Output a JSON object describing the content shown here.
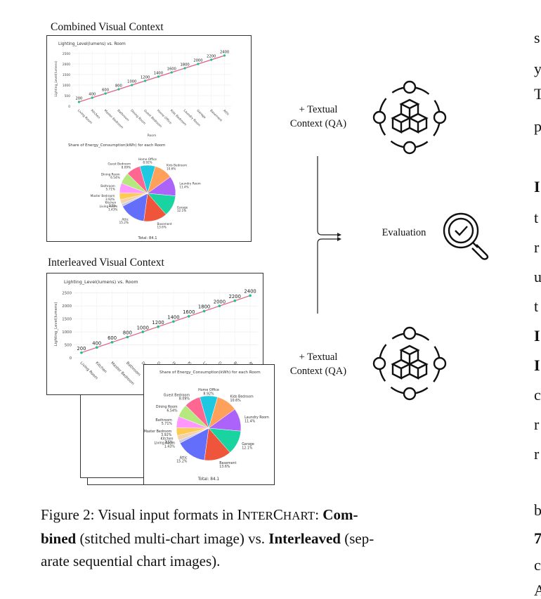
{
  "figure": {
    "combined_label": "Combined Visual Context",
    "interleaved_label": "Interleaved Visual Context",
    "textual_context_line1": "+ Textual",
    "textual_context_line2": "Context (QA)",
    "evaluation_label": "Evaluation",
    "caption": {
      "prefix": "Figure 2: Visual input formats in ",
      "name_i": "I",
      "name_nter": "NTER",
      "name_c": "C",
      "name_hart": "HART",
      "colon": ": ",
      "combined_bold": "Com-",
      "combined_bold2": "bined",
      "combined_desc": " (stitched multi-chart image) vs. ",
      "interleaved_bold": "Interleaved",
      "interleaved_desc": " (sep-",
      "line3": "arate sequential chart images)."
    },
    "right_column_fragments": [
      "s",
      "y",
      "T",
      "p",
      "I",
      "t",
      "r",
      "u",
      "t",
      "I",
      "I",
      "c",
      "r",
      "r",
      "b",
      "7",
      "c",
      "A"
    ]
  },
  "chart_data": [
    {
      "type": "line",
      "title": "Lighting_Level(lumens) vs. Room",
      "xlabel": "Room",
      "ylabel": "Lighting_Level(lumens)",
      "categories": [
        "Living Room",
        "Kitchen",
        "Master Bedroom",
        "Bathroom",
        "Dining Room",
        "Guest Bedroom",
        "Home Office",
        "Kids Bedroom",
        "Laundry Room",
        "Garage",
        "Basement",
        "Attic"
      ],
      "values": [
        200,
        400,
        600,
        800,
        1000,
        1200,
        1400,
        1600,
        1800,
        2000,
        2200,
        2400
      ],
      "y_ticks": [
        "0",
        "500",
        "1000",
        "1500",
        "2000",
        "2500"
      ],
      "ylim": [
        0,
        2600
      ],
      "line_color": "#e0607e",
      "marker_color": "#1fbf8f",
      "grid": true
    },
    {
      "type": "pie",
      "title": "Share of Energy_Consumption(kWh) for each Room",
      "total_label": "Total: 84.1",
      "slices": [
        {
          "label": "Home Office",
          "pct": "8.92%",
          "value": 8.92,
          "color": "#1ec8e0"
        },
        {
          "label": "Kids Bedroom",
          "pct": "10.6%",
          "value": 10.6,
          "color": "#ffa15a"
        },
        {
          "label": "Laundry Room",
          "pct": "11.4%",
          "value": 11.4,
          "color": "#ab63fa"
        },
        {
          "label": "Garage",
          "pct": "12.1%",
          "value": 12.1,
          "color": "#19d3a0"
        },
        {
          "label": "Basement",
          "pct": "13.6%",
          "value": 13.6,
          "color": "#ef553b"
        },
        {
          "label": "Attic",
          "pct": "15.2%",
          "value": 15.2,
          "color": "#636efa"
        },
        {
          "label": "Living Room",
          "pct": "1.43%",
          "value": 1.43,
          "color": "#c9c9e8"
        },
        {
          "label": "Kitchen",
          "pct": "2.5%",
          "value": 2.5,
          "color": "#f5d0a8"
        },
        {
          "label": "Master Bedroom",
          "pct": "3.92%",
          "value": 3.92,
          "color": "#fecb52"
        },
        {
          "label": "Bathroom",
          "pct": "5.71%",
          "value": 5.71,
          "color": "#ff97ff"
        },
        {
          "label": "Dining Room",
          "pct": "6.54%",
          "value": 6.54,
          "color": "#b6e880"
        },
        {
          "label": "Guest Bedroom",
          "pct": "8.09%",
          "value": 8.09,
          "color": "#ff6692"
        }
      ]
    }
  ]
}
